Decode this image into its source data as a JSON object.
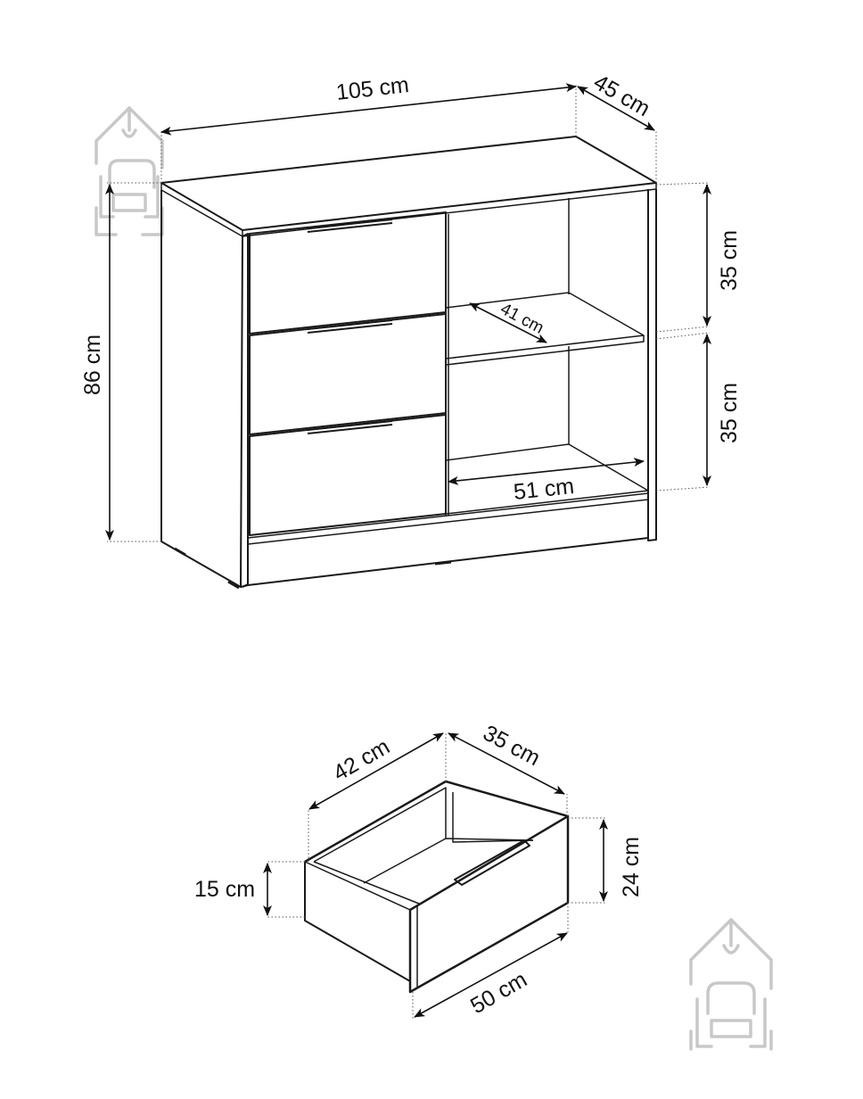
{
  "cabinet": {
    "width_label": "105 cm",
    "depth_label": "45 cm",
    "height_label": "86 cm",
    "upper_compartment_label": "35 cm",
    "lower_compartment_label": "35 cm",
    "shelf_depth_label": "41 cm",
    "shelf_width_label": "51 cm"
  },
  "drawer": {
    "width_label": "42 cm",
    "depth_label": "35 cm",
    "inner_height_label": "15 cm",
    "front_height_label": "24 cm",
    "front_width_label": "50 cm"
  },
  "logos": [
    {
      "icon": "house-sofa-logo-icon",
      "color": "#c8c8c8"
    },
    {
      "icon": "house-sofa-logo-icon",
      "color": "#c8c8c8"
    }
  ]
}
